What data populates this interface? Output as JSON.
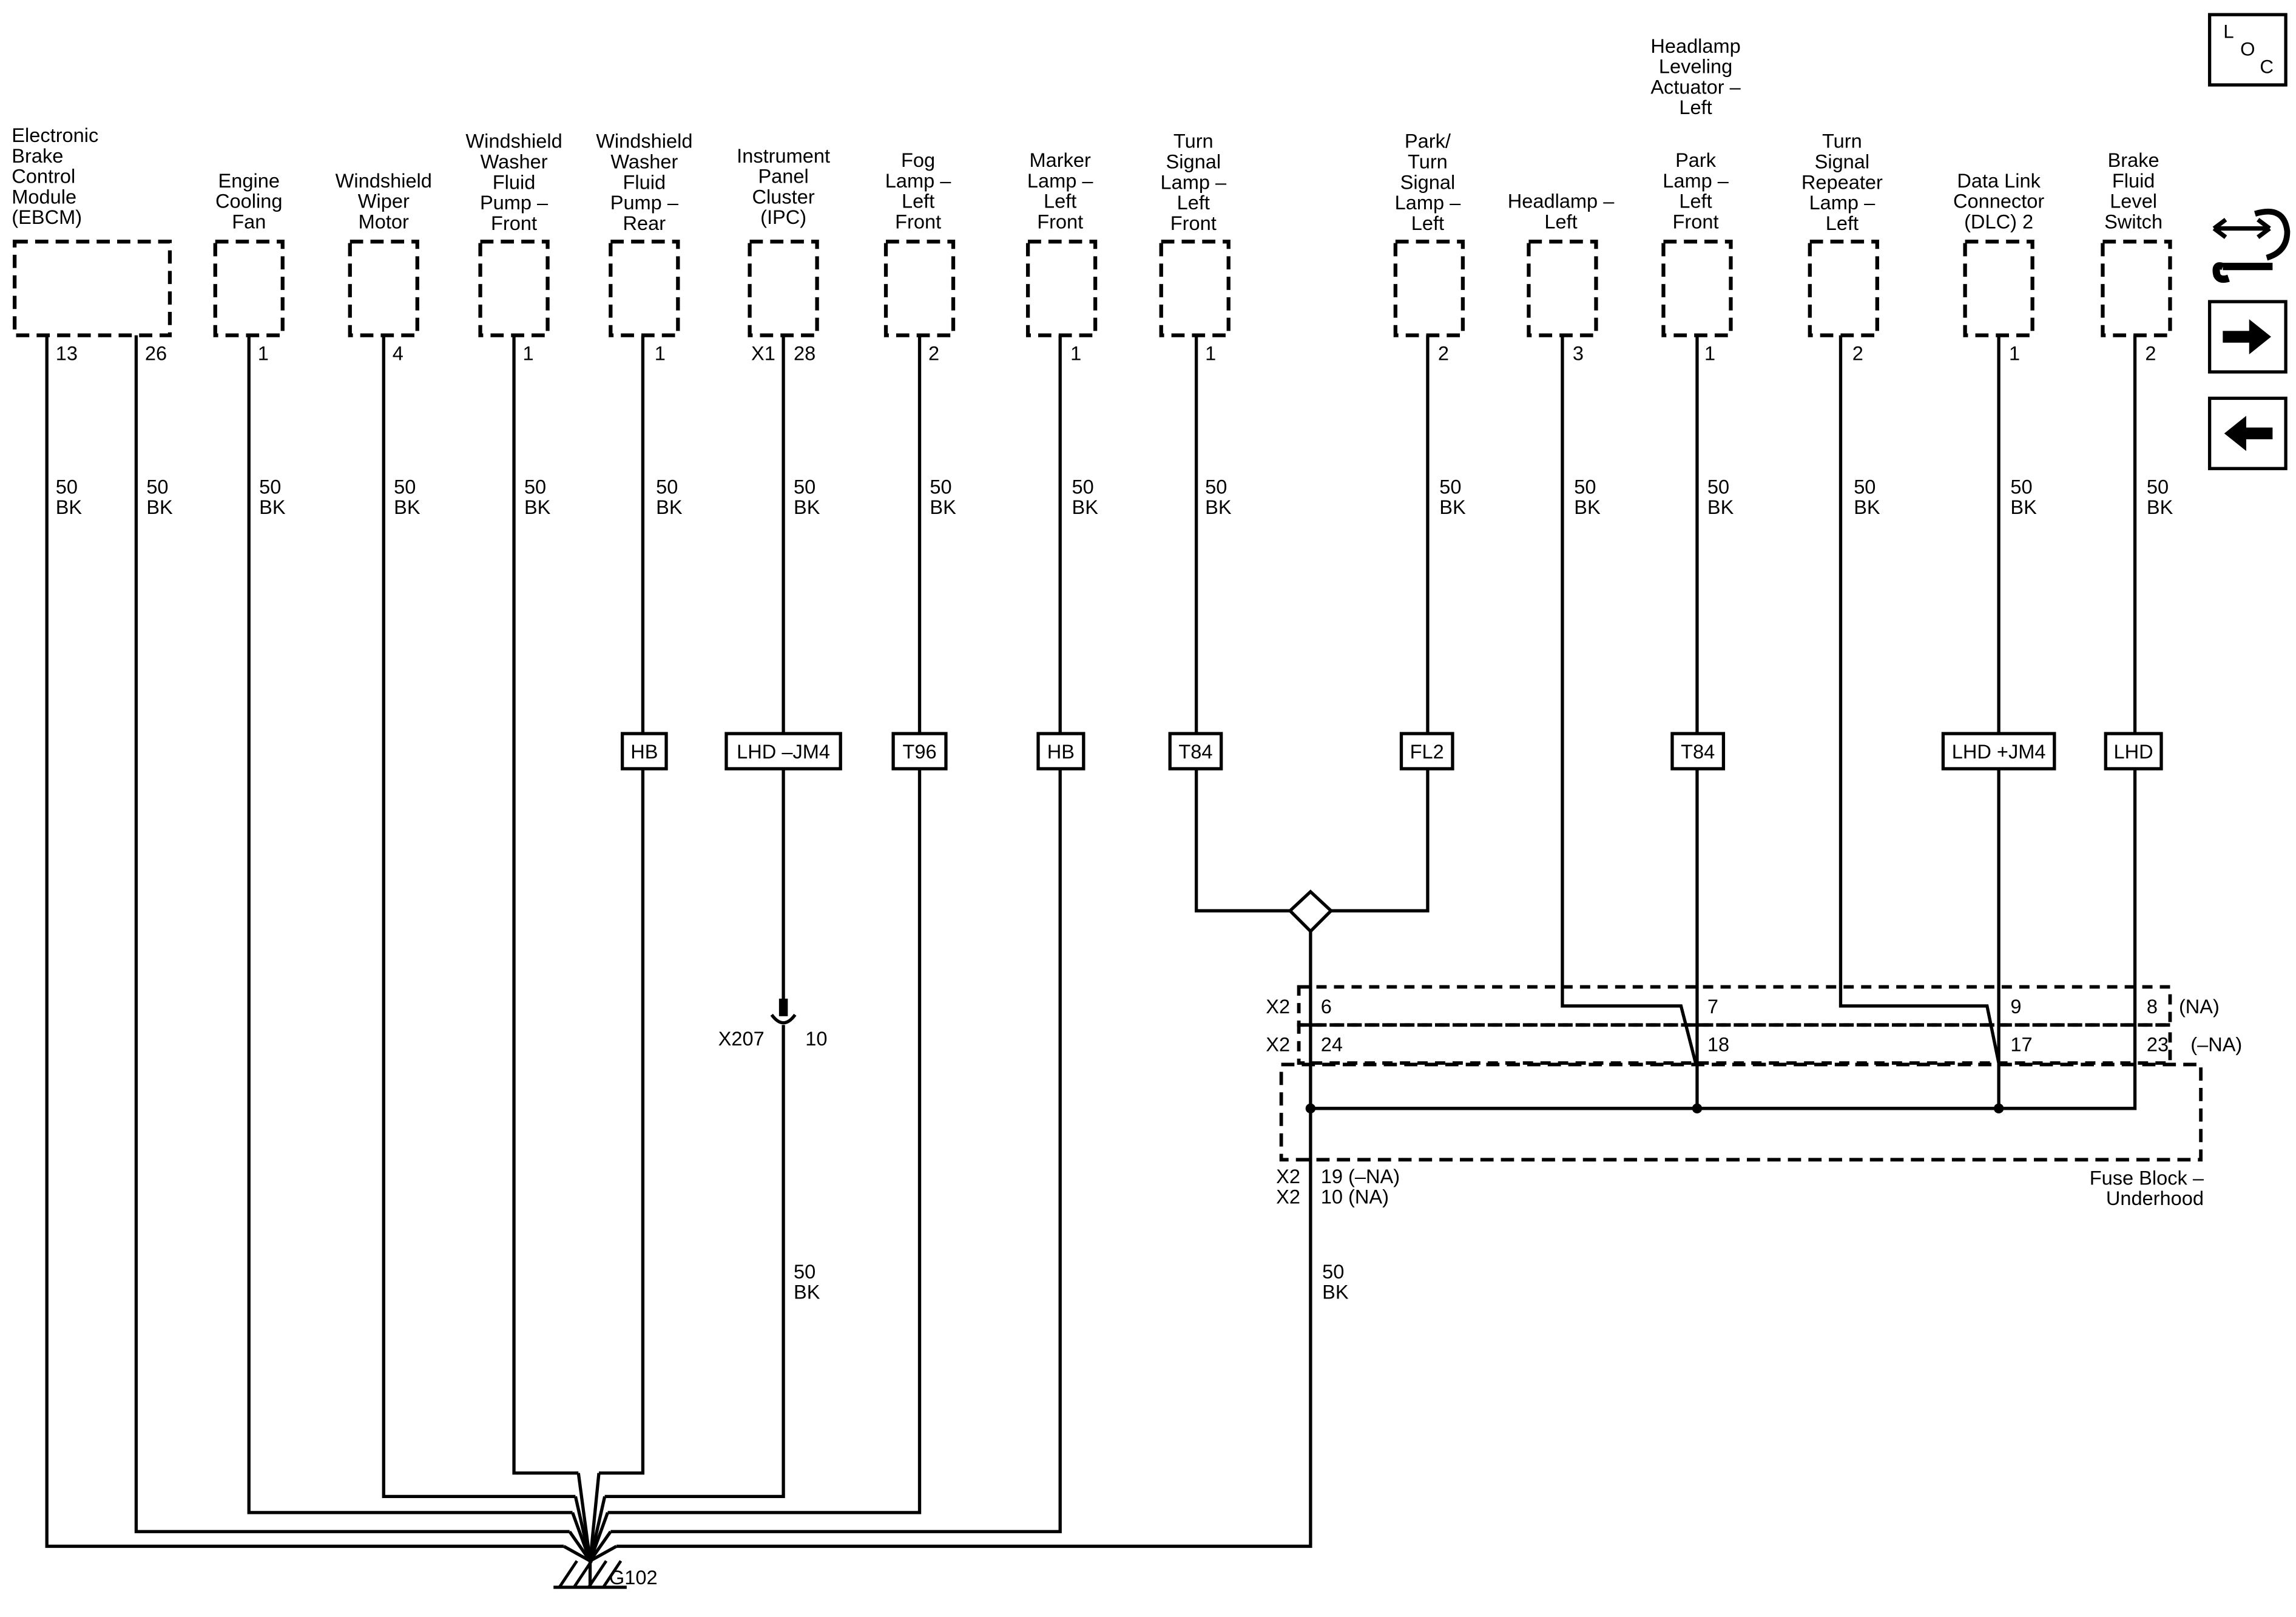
{
  "nav": {
    "loc_label": "L O C"
  },
  "components": [
    {
      "label": [
        "Electronic",
        "Brake",
        "Control",
        "Module",
        "(EBCM)"
      ]
    },
    {
      "label": [
        "Engine",
        "Cooling",
        "Fan"
      ]
    },
    {
      "label": [
        "Windshield",
        "Wiper",
        "Motor"
      ]
    },
    {
      "label": [
        "Windshield",
        "Washer",
        "Fluid",
        "Pump –",
        "Front"
      ]
    },
    {
      "label": [
        "Windshield",
        "Washer",
        "Fluid",
        "Pump –",
        "Rear"
      ]
    },
    {
      "label": [
        "Instrument",
        "Panel",
        "Cluster",
        "(IPC)"
      ]
    },
    {
      "label": [
        "Fog",
        "Lamp –",
        "Left",
        "Front"
      ]
    },
    {
      "label": [
        "Marker",
        "Lamp –",
        "Left",
        "Front"
      ]
    },
    {
      "label": [
        "Turn",
        "Signal",
        "Lamp –",
        "Left",
        "Front"
      ]
    },
    {
      "label": [
        "Park/",
        "Turn",
        "Signal",
        "Lamp –",
        "Left"
      ]
    },
    {
      "label": [
        "Headlamp –",
        "Left"
      ]
    },
    {
      "label": [
        "Headlamp",
        "Leveling",
        "Actuator –",
        "Left",
        "",
        "Park",
        "Lamp –",
        "Left",
        "Front"
      ]
    },
    {
      "label": [
        "Turn",
        "Signal",
        "Repeater",
        "Lamp –",
        "Left"
      ]
    },
    {
      "label": [
        "Data Link",
        "Connector",
        "(DLC) 2"
      ]
    },
    {
      "label": [
        "Brake",
        "Fluid",
        "Level",
        "Switch"
      ]
    }
  ],
  "pins": [
    {
      "wire": 0,
      "pin": "13"
    },
    {
      "wire": 1,
      "pin": "26"
    },
    {
      "wire": 2,
      "pin": "1"
    },
    {
      "wire": 3,
      "pin": "4"
    },
    {
      "wire": 4,
      "pin": "1"
    },
    {
      "wire": 5,
      "pin": "1"
    },
    {
      "wire": 6,
      "pin": "X1"
    },
    {
      "wire": 6,
      "pin": "28"
    },
    {
      "wire": 7,
      "pin": "2"
    },
    {
      "wire": 8,
      "pin": "1"
    },
    {
      "wire": 9,
      "pin": "1"
    },
    {
      "wire": 10,
      "pin": "2"
    },
    {
      "wire": 11,
      "pin": "3"
    },
    {
      "wire": 12,
      "pin": "1"
    },
    {
      "wire": 13,
      "pin": "2"
    },
    {
      "wire": 14,
      "pin": "1"
    },
    {
      "wire": 15,
      "pin": "2"
    }
  ],
  "wire_specs": [
    {
      "gauge": "50",
      "color": "BK"
    },
    {
      "gauge": "50",
      "color": "BK"
    },
    {
      "gauge": "50",
      "color": "BK"
    },
    {
      "gauge": "50",
      "color": "BK"
    },
    {
      "gauge": "50",
      "color": "BK"
    },
    {
      "gauge": "50",
      "color": "BK"
    },
    {
      "gauge": "50",
      "color": "BK"
    },
    {
      "gauge": "50",
      "color": "BK"
    },
    {
      "gauge": "50",
      "color": "BK"
    },
    {
      "gauge": "50",
      "color": "BK"
    },
    {
      "gauge": "50",
      "color": "BK"
    },
    {
      "gauge": "50",
      "color": "BK"
    },
    {
      "gauge": "50",
      "color": "BK"
    },
    {
      "gauge": "50",
      "color": "BK"
    },
    {
      "gauge": "50",
      "color": "BK"
    },
    {
      "gauge": "50",
      "color": "BK"
    },
    {
      "gauge": "50",
      "color": "BK"
    },
    {
      "gauge": "50",
      "color": "BK"
    }
  ],
  "options": [
    {
      "wire": 5,
      "label": "HB"
    },
    {
      "wire": 6,
      "label": "LHD –JM4"
    },
    {
      "wire": 7,
      "label": "T96"
    },
    {
      "wire": 8,
      "label": "HB"
    },
    {
      "wire": 9,
      "label": "T84"
    },
    {
      "wire": 10,
      "label": "FL2"
    },
    {
      "wire": 12,
      "label": "T84"
    },
    {
      "wire": 14,
      "label": "LHD +JM4"
    },
    {
      "wire": 15,
      "label": "LHD"
    }
  ],
  "inline_connector": {
    "name": "X207",
    "pin": "10"
  },
  "fuse_block": {
    "name": [
      "Fuse Block –",
      "Underhood"
    ],
    "row_na": {
      "connector": "X2",
      "pins": [
        "6",
        "7",
        "9",
        "8"
      ],
      "suffix": "(NA)"
    },
    "row_minus_na": {
      "connector": "X2",
      "pins": [
        "24",
        "18",
        "17",
        "23"
      ],
      "suffix": "(–NA)"
    },
    "output_pins": [
      {
        "connector": "X2",
        "pin": "19 (–NA)"
      },
      {
        "connector": "X2",
        "pin": "10 (NA)"
      }
    ]
  },
  "ground": {
    "name": "G102"
  }
}
